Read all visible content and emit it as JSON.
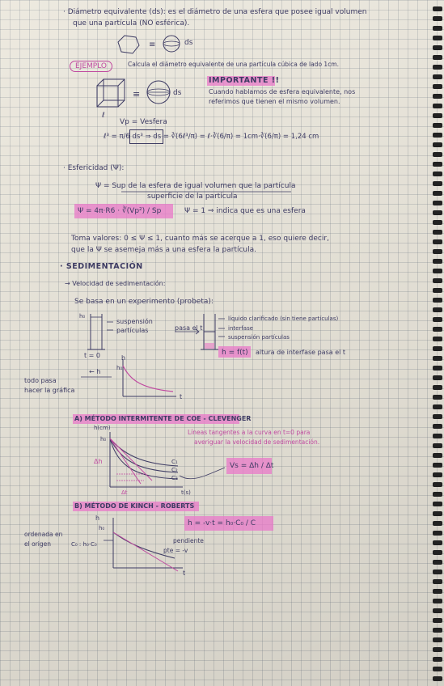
{
  "notes": {
    "line1": "· Diámetro equivalente (ds): es el diámetro de una esfera que posee igual volumen",
    "line2": "que una partícula (NO esférica).",
    "sym_ds": "ds",
    "example_label": "EJEMPLO",
    "example_text": "Calcula el diámetro equivalente de una partícula cúbica de lado 1cm.",
    "important_title": "IMPORTANTE !!",
    "important_line1": "Cuando hablamos de esfera equivalente, nos",
    "important_line2": "referimos que tienen el mismo volumen.",
    "cube_label": "ℓ",
    "vp_eq": "Vp = Vesfera",
    "l3_eq": "ℓ³ = π/6 ds³  ⇒  ds = ∛(6ℓ³/π) = ℓ·∛(6/π) = 1cm·∛(6/π) = 1,24 cm",
    "sphericity_title": "· Esfericidad (Ψ):",
    "psi_line1": "Ψ = Sup de la esfera de igual volumen que la partícula",
    "psi_line2": "superficie de la partícula",
    "psi_formula": "Ψ = 4π·R6 · ∛(Vp²) / Sp",
    "psi_note": "Ψ = 1 ⇒ indica que es una esfera",
    "range_line1": "Toma valores: 0 ≤ Ψ ≤ 1, cuanto más se acerque a 1, eso quiere decir,",
    "range_line2": "que la Ψ se asemeja más a una esfera la partícula.",
    "sed_title": "· SEDIMENTACIÓN",
    "sed_vel": "→ Velocidad de sedimentación:",
    "sed_based": "Se basa en un experimento (probeta):",
    "tube_h0": "h₀",
    "tube_left1": "suspensión",
    "tube_left2": "partículas",
    "pass_t": "pasa el t",
    "tube_right1": "líquido clarificado (sin tiene partículas)",
    "tube_right2": "interfase",
    "tube_right3": "suspensión partículas",
    "h_of_t": "h = f(t)",
    "h_of_t_note": "altura de interfase pasa el t",
    "t0": "t = 0",
    "all_pass_1": "todo pasa",
    "all_pass_2": "hacer la gráfica",
    "graph_h": "h",
    "graph_h0": "h₀",
    "graph_t": "t",
    "method_a": "A) MÉTODO INTERMITENTE DE COE - CLEVENGER",
    "axis_hcm": "h(cm)",
    "axis_ts": "t(s)",
    "a_h0": "h₀",
    "a_dh": "Δh",
    "a_dt": "Δt",
    "c1": "C₁",
    "c2": "C₂",
    "c3": "C₃",
    "a_note1": "Líneas tangentes a la curva en t=0 para",
    "a_note2": "averiguar la velocidad de sedimentación.",
    "vs_formula": "Vs = Δh / Δt",
    "method_b": "B) MÉTODO DE KINCH - ROBERTS",
    "b_formula": "h = -v·t = h₀·C₀ / C",
    "b_h": "h",
    "b_h0": "h₀",
    "b_left1": "ordenada en",
    "b_left2": "el origen",
    "b_left3": "C₀ : h₀·C₀",
    "b_slope": "pendiente",
    "b_slope_val": "pte = -v",
    "b_t": "t"
  }
}
